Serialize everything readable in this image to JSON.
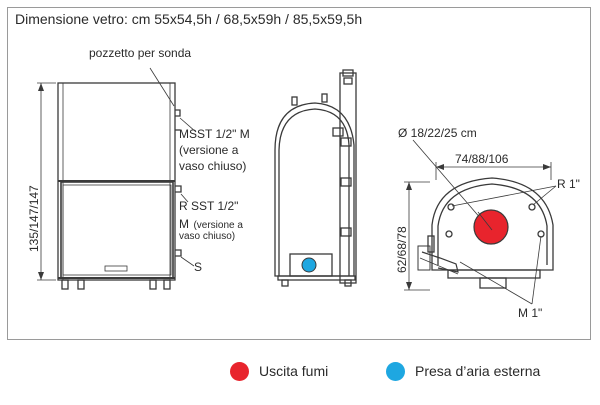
{
  "title": "Dimensione vetro: cm 55x54,5h / 68,5x59h / 85,5x59,5h",
  "front_view": {
    "height_label": "135/147/147",
    "pozzetto_label": "pozzetto per sonda",
    "msst_label_1": "MSST 1/2\" M",
    "msst_label_2": "(versione a",
    "msst_label_3": "vaso chiuso)",
    "rsst_label_1": "R SST 1/2\"",
    "rsst_label_2": "M",
    "rsst_label_2b": "(versione a",
    "rsst_label_3": "vaso chiuso)",
    "s_label": "S"
  },
  "top_view": {
    "diameter_label": "Ø 18/22/25 cm",
    "width_label": "74/88/106",
    "depth_label": "62/68/78",
    "r_label": "R 1\"",
    "m_label": "M 1\""
  },
  "legend": [
    {
      "label": "Uscita fumi",
      "color": "#e8242d"
    },
    {
      "label": "Presa d’aria esterna",
      "color": "#1ea7e1"
    }
  ],
  "colors": {
    "line": "#3a3a3a",
    "frame": "#9a9a9a",
    "smoke": "#e8242d",
    "air": "#1ea7e1"
  }
}
